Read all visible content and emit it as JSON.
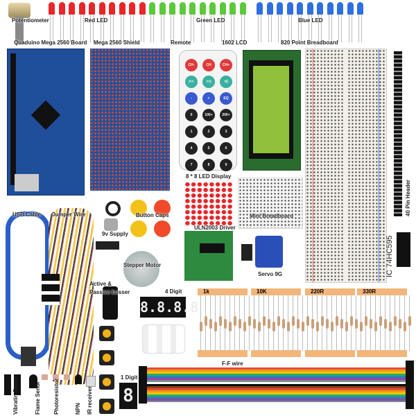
{
  "labels": {
    "potentiometer": "Potentiometer",
    "red_led": "Red LED",
    "green_led": "Green LED",
    "blue_led": "Blue LED",
    "mega_board": "Quaduino Mega 2560 Board",
    "mega_shield": "Mega 2560 Shield",
    "remote": "Remote",
    "lcd": "1602 LCD",
    "breadboard": "820 Point Breadboard",
    "pin_header": "40 Pin Header",
    "ic": "IC 74HC595",
    "led_matrix": "8 * 8 LED Display",
    "mini_breadboard": "Mini Breadboard",
    "uln_driver": "ULN2003 Driver",
    "servo": "Servo 9G",
    "usb_cable": "USB Cable",
    "jumper_wire": "Jumper Wire",
    "button_caps": "Button Caps",
    "supply_9v": "9v Supply",
    "stepper_motor": "Stepper Motor",
    "buzzer": "Active & Passive busser",
    "four_digit": "4 Digit",
    "one_digit": "1 Digit",
    "ff_wire": "F-F wire",
    "vibration": "Vibratin Senor",
    "flame": "Flame Senor",
    "photoresistor": "Photoresistor",
    "npn": "NPN",
    "ir_receiver": "IR receiver"
  },
  "resistors": [
    "1k",
    "10K",
    "220R",
    "330R"
  ],
  "remote_keys": [
    "CH-",
    "CH",
    "CH+",
    "|<<",
    ">>|",
    ">||",
    "-",
    "+",
    "EQ",
    "0",
    "100+",
    "200+",
    "1",
    "2",
    "3",
    "4",
    "5",
    "6",
    "7",
    "8",
    "9"
  ],
  "colors": {
    "red_led": "#e8262a",
    "green_led": "#5cc93a",
    "blue_led": "#2f6fe0",
    "board_blue": "#1f4f9a",
    "lcd_green": "#8fc23a",
    "resistor_band": "#f3b67a"
  }
}
